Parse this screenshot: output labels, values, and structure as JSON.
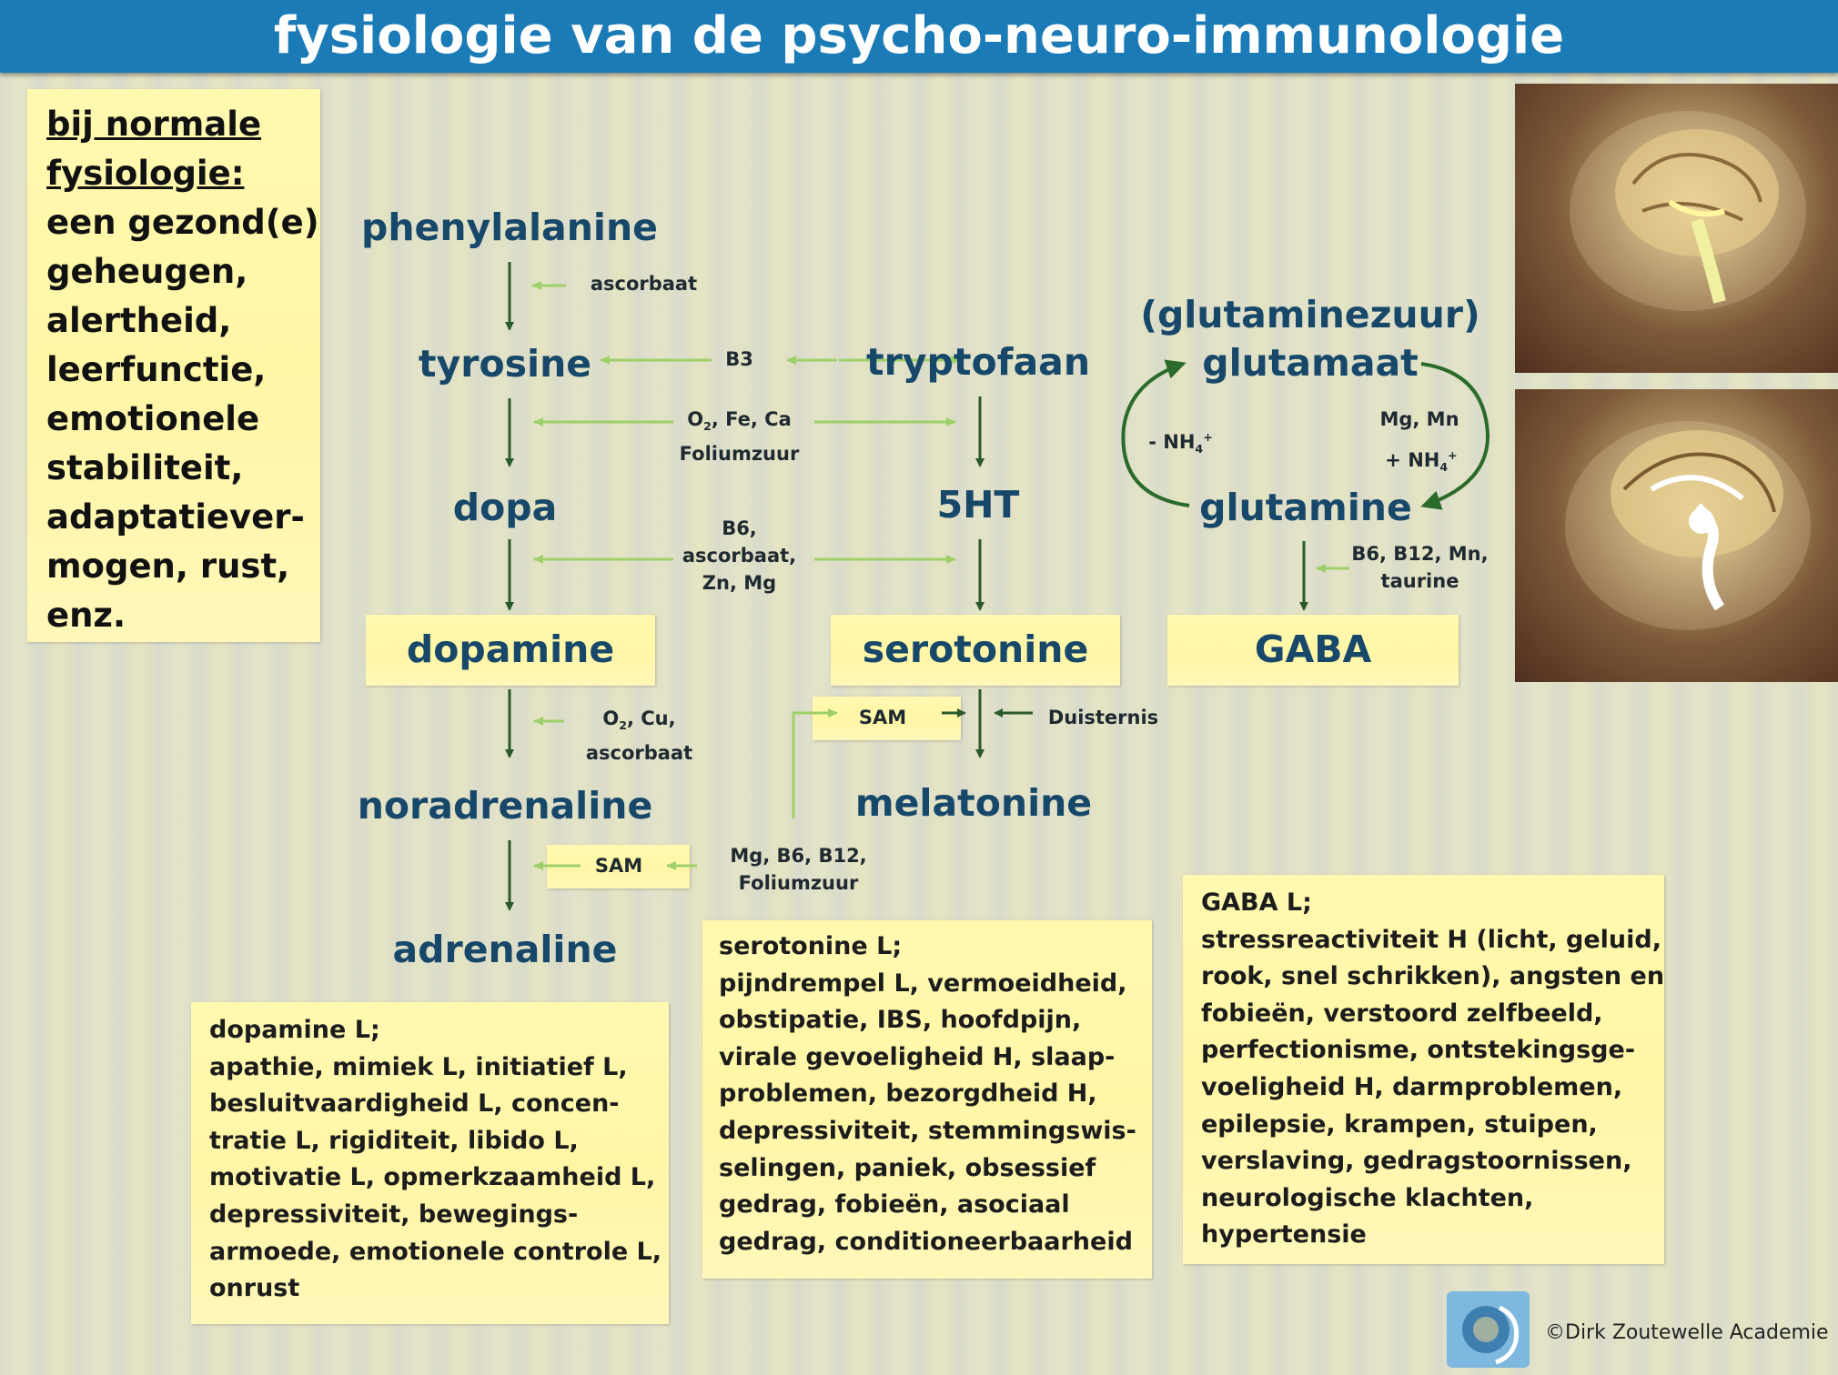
{
  "header": {
    "title": "fysiologie van de psycho-neuro-immunologie"
  },
  "normal_box": {
    "heading": [
      "bij normale",
      "fysiologie:"
    ],
    "lines": [
      "een gezond(e)",
      "geheugen,",
      "alertheid,",
      "leerfunctie,",
      "emotionele",
      "stabiliteit,",
      "adaptatiever-",
      "mogen, rust,",
      "enz."
    ]
  },
  "nodes": {
    "phenylalanine": "phenylalanine",
    "tyrosine": "tyrosine",
    "dopa": "dopa",
    "dopamine": "dopamine",
    "noradrenaline": "noradrenaline",
    "adrenaline": "adrenaline",
    "tryptofaan": "tryptofaan",
    "five_ht": "5HT",
    "serotonine": "serotonine",
    "melatonine": "melatonine",
    "glutaminezuur": "(glutaminezuur)",
    "glutamaat": "glutamaat",
    "glutamine": "glutamine",
    "gaba": "GABA"
  },
  "cofactors": {
    "ascorbaat": "ascorbaat",
    "b3": "B3",
    "o2_fe_ca": {
      "pre": "O",
      "sub": "2",
      "post": ", Fe, Ca",
      "line2": "Foliumzuur"
    },
    "b6_group": [
      "B6,",
      "ascorbaat,",
      "Zn, Mg"
    ],
    "o2_cu": {
      "pre": "O",
      "sub": "2",
      "post": ", Cu,",
      "line2": "ascorbaat"
    },
    "sam_top": "SAM",
    "duisternis": "Duisternis",
    "sam_bottom": "SAM",
    "mg_b6_b12": [
      "Mg, B6, B12,",
      "Foliumzuur"
    ],
    "minus_nh4": {
      "pre": "- NH",
      "sub": "4",
      "sup": "+"
    },
    "mg_mn": "Mg, Mn",
    "plus_nh4": {
      "pre": "+ NH",
      "sub": "4",
      "sup": "+"
    },
    "gaba_cof": [
      "B6, B12, Mn,",
      "taurine"
    ]
  },
  "info_boxes": {
    "dopamine": [
      "dopamine L;",
      "apathie, mimiek L, initiatief L,",
      "besluitvaardigheid L, concen-",
      "tratie L, rigiditeit, libido L,",
      "motivatie L, opmerkzaamheid L,",
      "depressiviteit, bewegings-",
      "armoede, emotionele controle L,",
      "onrust"
    ],
    "serotonine": [
      "serotonine L;",
      "pijndrempel L, vermoeidheid,",
      "obstipatie, IBS, hoofdpijn,",
      "virale gevoeligheid H, slaap-",
      "problemen,  bezorgdheid H,",
      "depressiviteit, stemmingswis-",
      "selingen, paniek, obsessief",
      "gedrag, fobieën, asociaal",
      "gedrag, conditioneerbaarheid"
    ],
    "gaba": [
      "GABA L;",
      "stressreactiviteit H (licht, geluid,",
      "rook, snel schrikken), angsten en",
      "fobieën, verstoord zelfbeeld,",
      "perfectionisme, ontstekingsge-",
      "voeligheid H, darmproblemen,",
      "epilepsie, krampen, stuipen,",
      "verslaving, gedragstoornissen,",
      "neurologische klachten,",
      "hypertensie"
    ]
  },
  "footer": {
    "copyright": "©Dirk Zoutewelle Academie"
  },
  "colors": {
    "header_bg": "#1b7bb6",
    "node_text": "#17486a",
    "arrow_dark": "#2a5a2a",
    "arrow_light": "#9ed06a",
    "box_yellow": "#fff7a8"
  }
}
